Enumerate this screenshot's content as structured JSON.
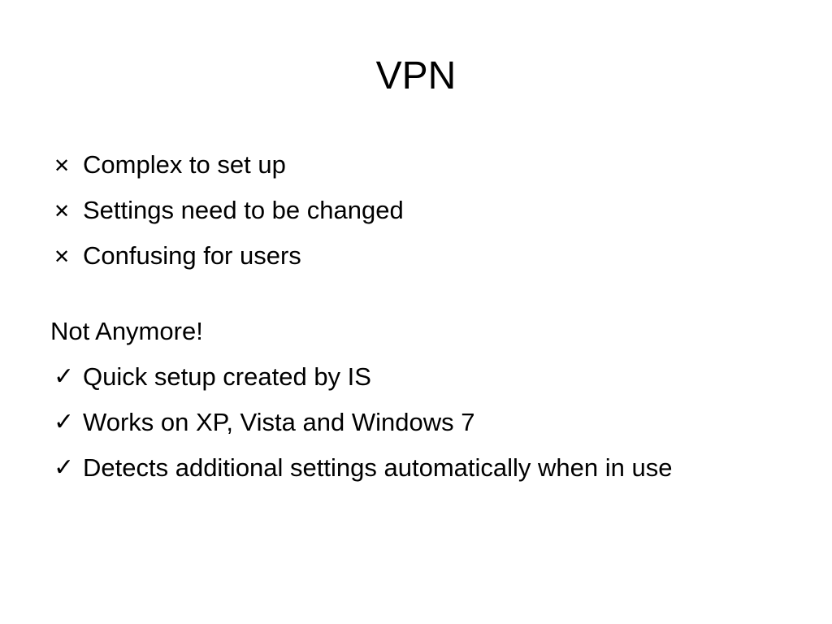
{
  "slide": {
    "title": "VPN",
    "cons": [
      {
        "icon": "cross-icon",
        "glyph": "✕",
        "text": "Complex to set up"
      },
      {
        "icon": "cross-icon",
        "glyph": "✕",
        "text": "Settings need to be changed"
      },
      {
        "icon": "cross-icon",
        "glyph": "✕",
        "text": "Confusing for users"
      }
    ],
    "heading": "Not Anymore!",
    "pros": [
      {
        "icon": "check-icon",
        "glyph": "✓",
        "text": "Quick setup created by IS"
      },
      {
        "icon": "check-icon",
        "glyph": "✓",
        "text": "Works on XP, Vista and Windows 7"
      },
      {
        "icon": "check-icon",
        "glyph": "✓",
        "text": "Detects additional settings automatically when in use"
      }
    ]
  }
}
